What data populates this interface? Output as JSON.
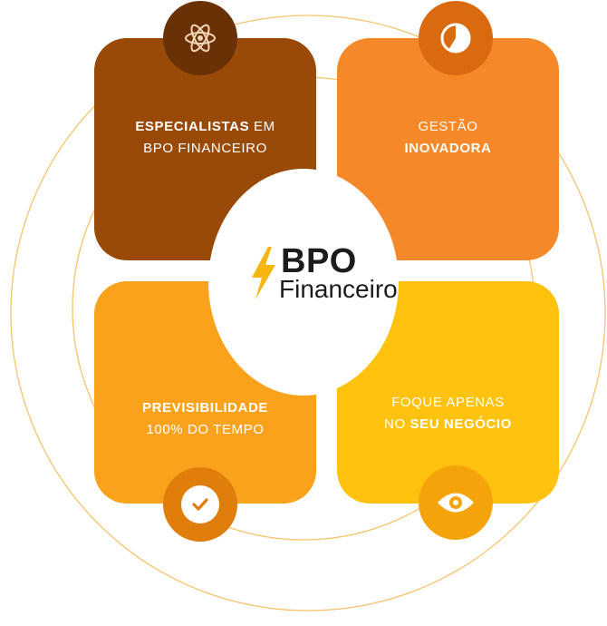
{
  "cards": {
    "top_left": {
      "bold": "ESPECIALISTAS",
      "normal1": " EM",
      "line2": "BPO FINANCEIRO",
      "color": "#9a4a08"
    },
    "top_right": {
      "line1": "GESTÃO",
      "bold2": "INOVADORA",
      "color": "#f5892a"
    },
    "bottom_left": {
      "bold1": "PREVISIBILIDADE",
      "line2": "100% DO TEMPO",
      "color": "#faa21c"
    },
    "bottom_right": {
      "line1": "FOQUE APENAS",
      "line2_normal": "NO ",
      "line2_bold": "SEU NEGÓCIO",
      "color": "#ffc20e"
    }
  },
  "badges": {
    "top_left": {
      "icon": "atom-icon",
      "color": "#6a3006"
    },
    "top_right": {
      "icon": "pie-chart-icon",
      "color": "#d96a10"
    },
    "bottom_left": {
      "icon": "check-icon",
      "color": "#e07e0c"
    },
    "bottom_right": {
      "icon": "eye-icon",
      "color": "#f5a30a"
    }
  },
  "logo": {
    "title": "BPO",
    "subtitle": "Financeiro",
    "accent": "#f7b511"
  },
  "ring_color": "#f5c36a"
}
